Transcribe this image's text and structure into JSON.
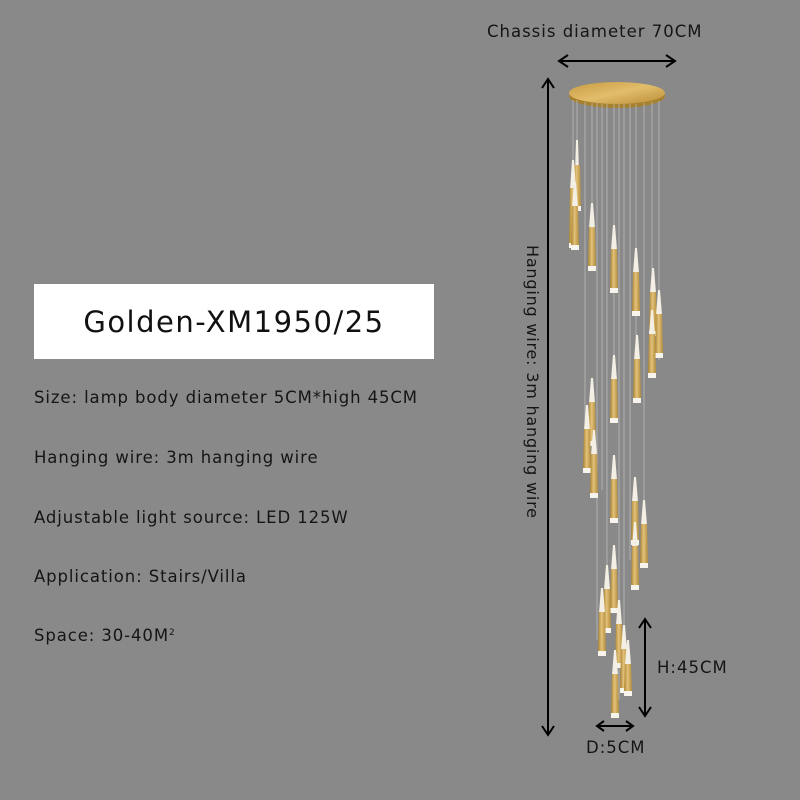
{
  "product": {
    "title": "Golden-XM1950/25"
  },
  "specs": [
    {
      "label": "Size: lamp body diameter 5CM*high 45CM"
    },
    {
      "label": "Hanging wire: 3m hanging wire"
    },
    {
      "label": "Adjustable light source: LED 125W"
    },
    {
      "label": "Application: Stairs/Villa"
    },
    {
      "label": "Space: 30-40M",
      "superscript": "2"
    }
  ],
  "diagram": {
    "chassis_label": "Chassis diameter 70CM",
    "hanging_wire_label": "Hanging wire: 3m hanging wire",
    "height_label": "H:45CM",
    "diameter_label": "D:5CM",
    "icons": [
      "double-arrow-horizontal-icon",
      "double-arrow-vertical-icon"
    ]
  },
  "colors": {
    "background": "#898989",
    "title_box": "#ffffff",
    "text": "#151515",
    "gold": "#c9a24a",
    "led_tip": "#f4efe4"
  }
}
